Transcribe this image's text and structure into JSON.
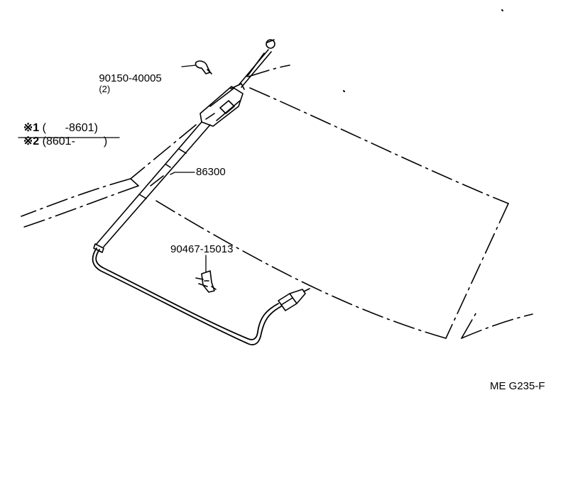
{
  "labels": {
    "bolt_part": "90150-40005",
    "bolt_qty": "(2)",
    "antenna_part": "86300",
    "clip_part": "90467-15013",
    "diagram_code": "ME G235-F"
  },
  "notes": [
    {
      "mark": "※1",
      "range": "(      -8601)"
    },
    {
      "mark": "※2",
      "range": "(8601-         )"
    }
  ],
  "colors": {
    "ink": "#000000",
    "paper": "#ffffff"
  }
}
